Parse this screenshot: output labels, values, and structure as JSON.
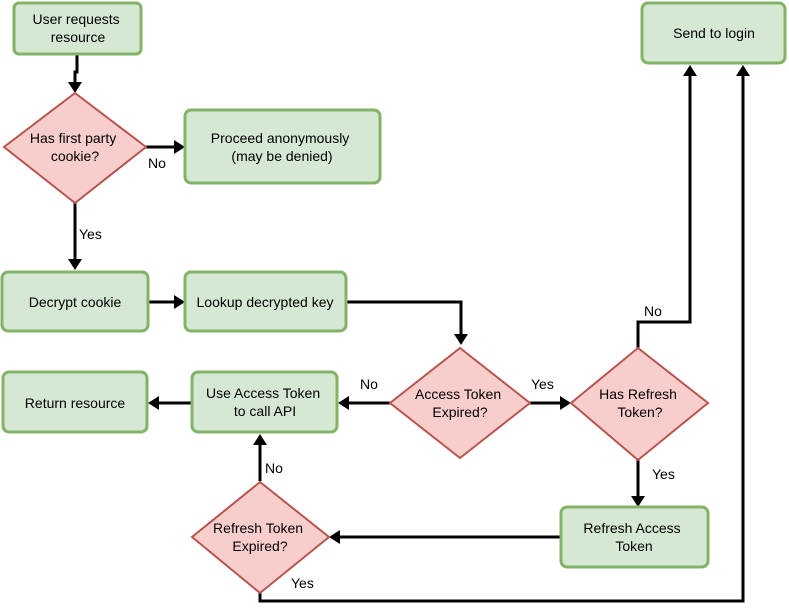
{
  "colors": {
    "process_fill": "#d5e8d4",
    "process_stroke": "#82b366",
    "decision_fill": "#f8cecc",
    "decision_stroke": "#b85450",
    "edge": "#000000"
  },
  "nodes": {
    "user_requests": [
      "User requests",
      "resource"
    ],
    "has_first_party": [
      "Has first party",
      "cookie?"
    ],
    "proceed_anon": [
      "Proceed anonymously",
      "(may be denied)"
    ],
    "decrypt_cookie": [
      "Decrypt cookie"
    ],
    "lookup_key": [
      "Lookup decrypted key"
    ],
    "access_expired": [
      "Access Token",
      "Expired?"
    ],
    "has_refresh": [
      "Has Refresh",
      "Token?"
    ],
    "send_login": [
      "Send to login"
    ],
    "use_access": [
      "Use Access Token",
      "to call API"
    ],
    "return_resource": [
      "Return resource"
    ],
    "refresh_access": [
      "Refresh Access",
      "Token"
    ],
    "refresh_expired": [
      "Refresh Token",
      "Expired?"
    ]
  },
  "edge_labels": {
    "no_anon": "No",
    "yes_decrypt": "Yes",
    "no_use": "No",
    "yes_refresh_q": "Yes",
    "no_login": "No",
    "yes_refresh_access": "Yes",
    "no_refresh_exp": "No",
    "yes_login": "Yes"
  }
}
